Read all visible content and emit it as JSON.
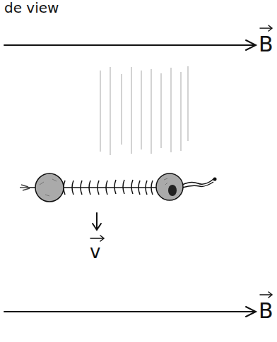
{
  "diagram": {
    "labels": [
      "de view",
      "B",
      "v",
      "B"
    ]
  }
}
